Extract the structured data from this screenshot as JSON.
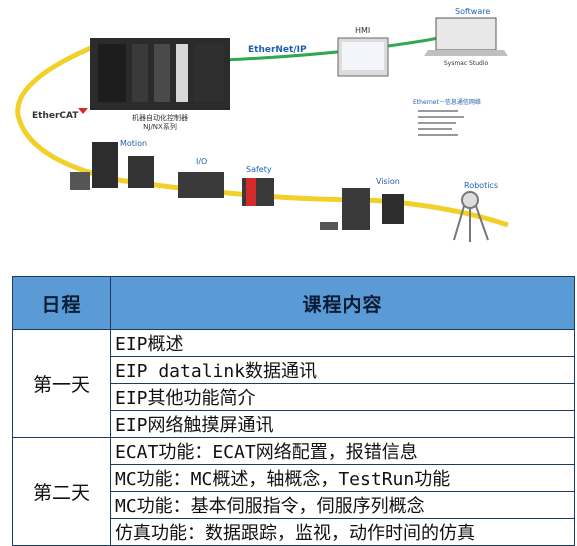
{
  "diagram": {
    "labels": {
      "ethernetip": "EtherNet/IP",
      "hmi": "HMI",
      "software": "Software",
      "software_product": "Sysmac Studio",
      "ethercat": "EtherCAT",
      "controller": "机器自动化控制器",
      "controller_series": "NJ/NX系列",
      "ethernet_title": "Ethernet－信息通信网络",
      "motion": "Motion",
      "io": "I/O",
      "safety": "Safety",
      "vision": "Vision",
      "robotics": "Robotics"
    },
    "colors": {
      "ethercat_cable": "#f2d02a",
      "ethernet_cable": "#2fa84f",
      "label_blue": "#1f5fb0"
    }
  },
  "table": {
    "headers": [
      "日程",
      "课程内容"
    ],
    "groups": [
      {
        "day": "第一天",
        "items": [
          "EIP概述",
          "EIP datalink数据通讯",
          "EIP其他功能简介",
          "EIP网络触摸屏通讯"
        ]
      },
      {
        "day": "第二天",
        "items": [
          "ECAT功能：ECAT网络配置，报错信息",
          "MC功能：MC概述，轴概念，TestRun功能",
          "MC功能：基本伺服指令，伺服序列概念",
          "仿真功能：数据跟踪，监视，动作时间的仿真"
        ]
      }
    ]
  }
}
